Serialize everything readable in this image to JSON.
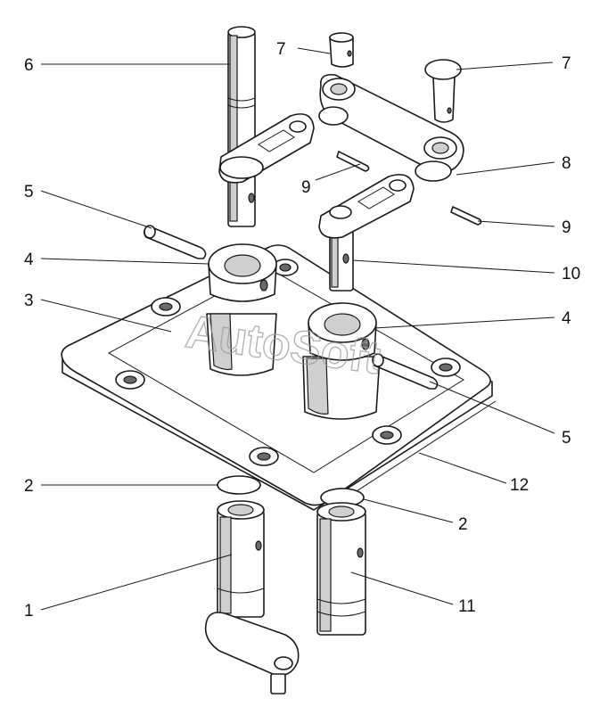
{
  "callouts": [
    {
      "id": "c1",
      "text": "1"
    },
    {
      "id": "c2a",
      "text": "2"
    },
    {
      "id": "c2b",
      "text": "2"
    },
    {
      "id": "c3",
      "text": "3"
    },
    {
      "id": "c4a",
      "text": "4"
    },
    {
      "id": "c4b",
      "text": "4"
    },
    {
      "id": "c5a",
      "text": "5"
    },
    {
      "id": "c5b",
      "text": "5"
    },
    {
      "id": "c6",
      "text": "6"
    },
    {
      "id": "c7a",
      "text": "7"
    },
    {
      "id": "c7b",
      "text": "7"
    },
    {
      "id": "c8",
      "text": "8"
    },
    {
      "id": "c9a",
      "text": "9"
    },
    {
      "id": "c9b",
      "text": "9"
    },
    {
      "id": "c10",
      "text": "10"
    },
    {
      "id": "c11",
      "text": "11"
    },
    {
      "id": "c12",
      "text": "12"
    }
  ],
  "watermark": "AutoSoft"
}
